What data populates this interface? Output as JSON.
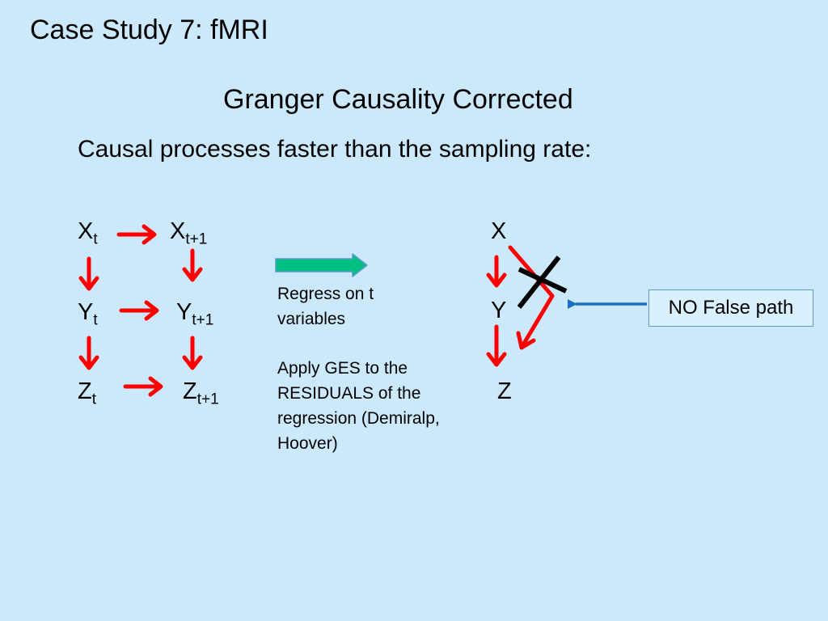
{
  "slide": {
    "title": "Case Study 7: fMRI",
    "subtitle": "Granger Causality Corrected",
    "lead": "Causal processes faster than the sampling rate:"
  },
  "left_graph": {
    "x_t": {
      "base": "X",
      "sub": "t"
    },
    "x_t1": {
      "base": "X",
      "sub": "t+1"
    },
    "y_t": {
      "base": "Y",
      "sub": "t"
    },
    "y_t1": {
      "base": "Y",
      "sub": "t+1"
    },
    "z_t": {
      "base": "Z",
      "sub": "t"
    },
    "z_t1": {
      "base": "Z",
      "sub": "t+1"
    }
  },
  "notes": {
    "regress": "Regress on t variables",
    "apply": "Apply GES to the RESIDUALS of the regression (Demiralp, Hoover)"
  },
  "right_graph": {
    "x": "X",
    "y": "Y",
    "z": "Z"
  },
  "callout": {
    "label": "NO False path"
  },
  "colors": {
    "background": "#cce9fc",
    "causal_arrow": "#ff0000",
    "transform_arrow": "#00c080",
    "pointer_arrow": "#1a6fc4",
    "strike": "#000000"
  }
}
